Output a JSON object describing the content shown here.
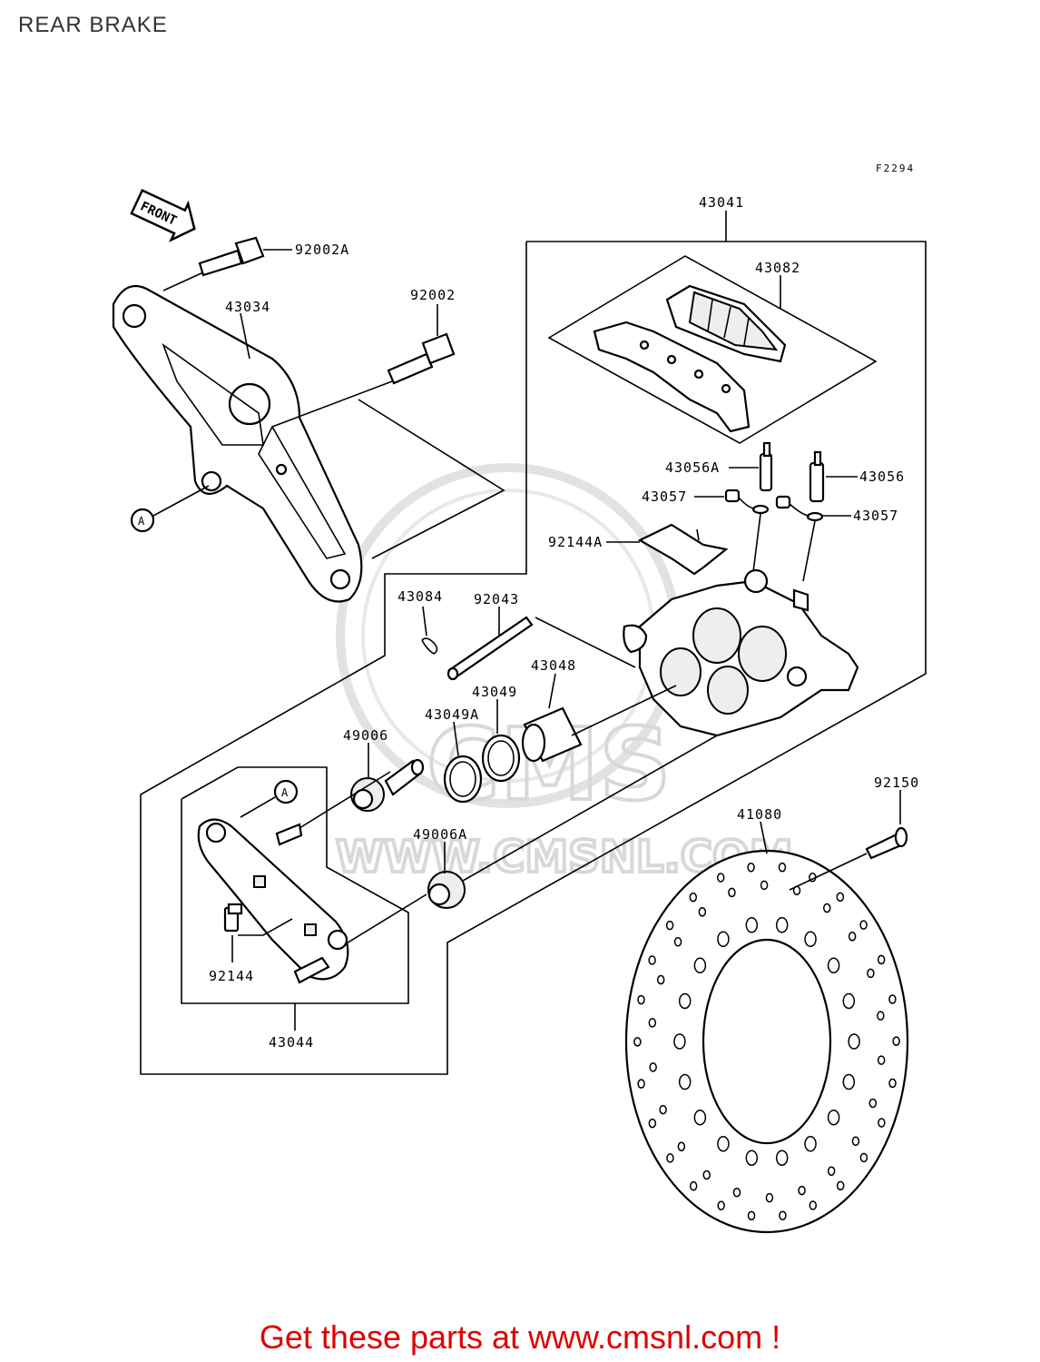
{
  "title": "REAR BRAKE",
  "figure_code": "F2294",
  "front_label": "FRONT",
  "ref_marker": "A",
  "watermark": {
    "brand": "CMS",
    "site": "WWW.CMSNL.COM"
  },
  "parts": {
    "p43041": "43041",
    "p43082": "43082",
    "p92002A": "92002A",
    "p43034": "43034",
    "p92002": "92002",
    "p43056A": "43056A",
    "p43056": "43056",
    "p43057a": "43057",
    "p43057b": "43057",
    "p92144A": "92144A",
    "p43084": "43084",
    "p92043": "92043",
    "p43048": "43048",
    "p43049": "43049",
    "p43049A": "43049A",
    "p49006": "49006",
    "p49006A": "49006A",
    "p92150": "92150",
    "p41080": "41080",
    "p92144": "92144",
    "p43044": "43044"
  },
  "footer": "Get these parts at www.cmsnl.com !",
  "colors": {
    "footer": "#e00000",
    "title": "#333333",
    "line": "#000000",
    "watermark": "#d8d8d8"
  }
}
